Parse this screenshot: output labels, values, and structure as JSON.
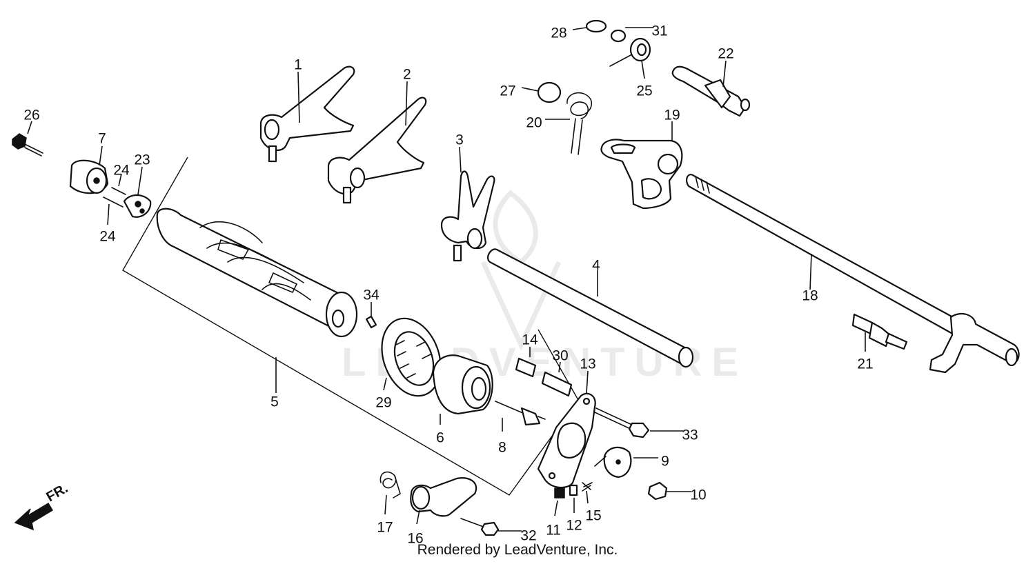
{
  "credit": "Rendered by LeadVenture, Inc.",
  "watermark": "LEADVENTURE",
  "direction_label": "FR.",
  "callouts": [
    "1",
    "2",
    "3",
    "4",
    "5",
    "6",
    "7",
    "8",
    "9",
    "10",
    "11",
    "12",
    "13",
    "14",
    "15",
    "16",
    "17",
    "18",
    "19",
    "20",
    "21",
    "22",
    "23",
    "24",
    "24",
    "25",
    "26",
    "27",
    "28",
    "29",
    "30",
    "31",
    "32",
    "33",
    "34"
  ],
  "icons": {
    "direction": "front-direction-arrow-icon",
    "watermark": "leadventure-logo-icon"
  },
  "colors": {
    "ink": "#111111",
    "background": "#ffffff",
    "watermark": "#d9d9d9"
  }
}
